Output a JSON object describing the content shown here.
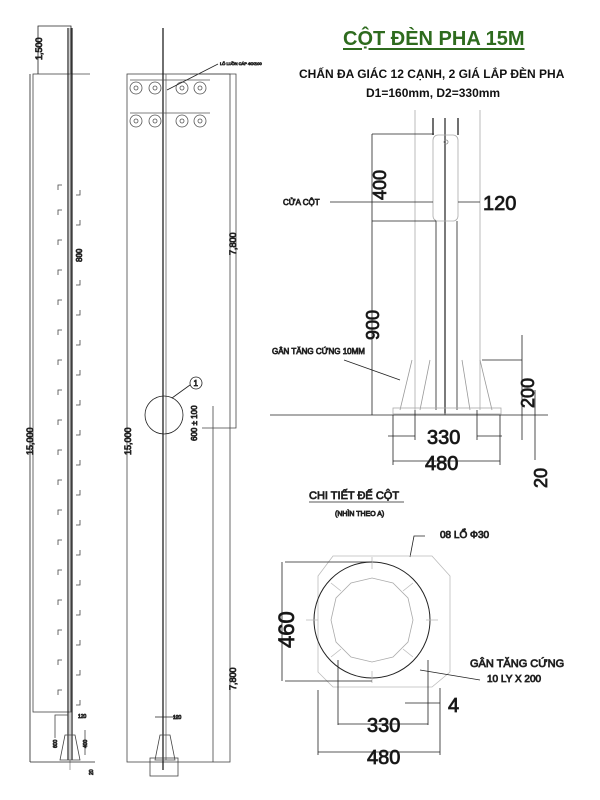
{
  "title": "CỘT ĐÈN PHA 15M",
  "subtitle_line1": "CHẤN ĐA GIÁC 12 CẠNH, 2 GIÁ LẮP ĐÈN PHA",
  "subtitle_line2": "D1=160mm, D2=330mm",
  "elevation_left": {
    "dim_top": "1,500",
    "dim_step": "800",
    "dim_total": "15,000",
    "dim_small": "120",
    "dim_600": "600",
    "dim_400": "400",
    "dim_20": "20"
  },
  "elevation_mid": {
    "cable_hole_note": "LỖ LUỒN CÁP 40X100",
    "dim_upper": "7,800",
    "dim_lower": "7,800",
    "dim_total": "15,000",
    "detail_marker": "1",
    "door_height": "600 ± 100",
    "dim_120": "120"
  },
  "base_section": {
    "door_label": "CỬA CỘT",
    "dim_400": "400",
    "dim_120": "120",
    "dim_900": "900",
    "rib_label": "GÂN TĂNG CỨNG 10MM",
    "dim_200": "200",
    "dim_330": "330",
    "dim_480": "480",
    "dim_20": "20"
  },
  "base_plan": {
    "title": "CHI TIẾT ĐẾ CỘT",
    "subtitle": "(NHÌN THEO A)",
    "holes_note": "08 LỔ Φ30",
    "dim_460": "460",
    "rib_label_1": "GÂN TĂNG CỨNG",
    "rib_label_2": "10 LY X 200",
    "dim_4": "4",
    "dim_330": "330",
    "dim_480": "480"
  }
}
